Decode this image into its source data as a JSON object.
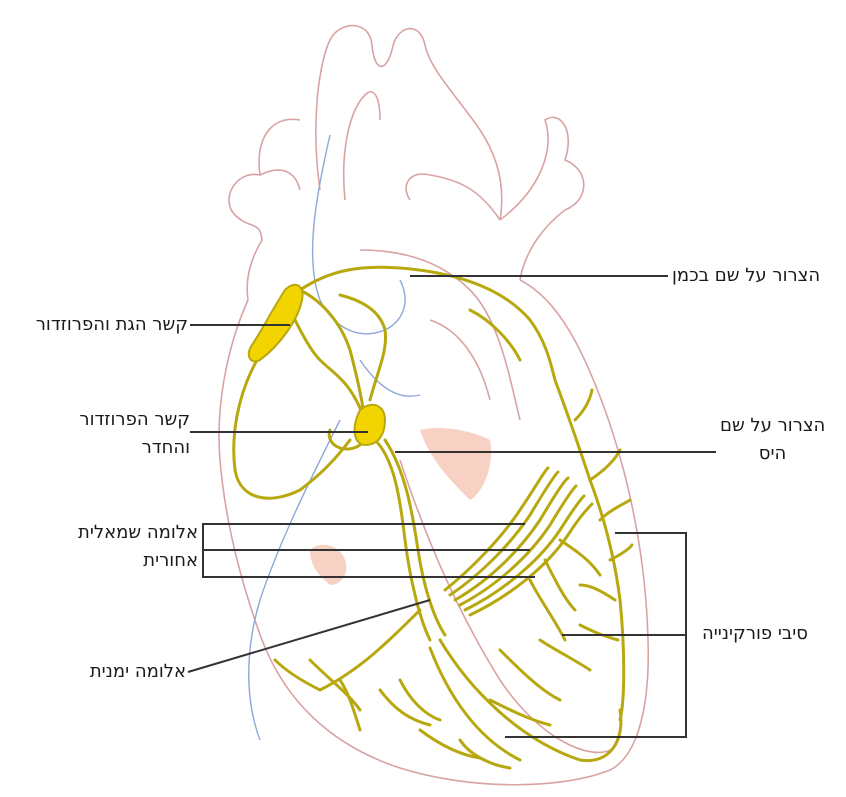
{
  "labels": {
    "bachmann_bundle": "הצרור על שם בכמן",
    "sa_node": "קשר הגת והפרוזדור",
    "av_node_line1": "קשר הפרוזדור",
    "av_node_line2": "והחדר",
    "bundle_of_his_line1": "הצרור על שם",
    "bundle_of_his_line2": "היס",
    "left_posterior_line1": "אלומה שמאלית",
    "left_posterior_line2": "אחורית",
    "right_bundle": "אלומה ימנית",
    "purkinje_fibers": "סיבי פורקינייה"
  },
  "colors": {
    "heart_outline": "#d9a3a3",
    "conduction_path": "#b8a810",
    "node_fill": "#f2d500",
    "vessel_line": "#8fa8d8",
    "valve_fill": "#f4c2b0",
    "leader_line": "#333333"
  }
}
